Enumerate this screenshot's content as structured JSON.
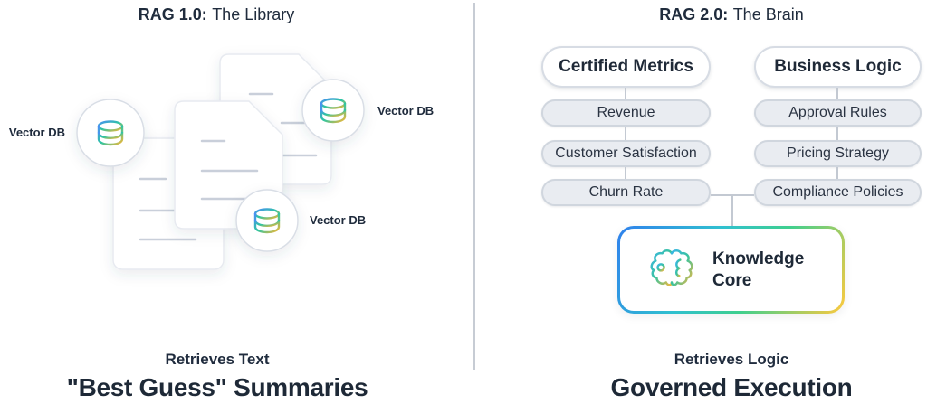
{
  "left": {
    "title_strong": "RAG 1.0:",
    "title_rest": "The Library",
    "vector_db_labels": [
      "Vector DB",
      "Vector DB",
      "Vector DB"
    ],
    "caption_small": "Retrieves Text",
    "caption_large": "\"Best Guess\" Summaries"
  },
  "right": {
    "title_strong": "RAG 2.0:",
    "title_rest": "The Brain",
    "metrics_column": {
      "parent": "Certified Metrics",
      "children": [
        "Revenue",
        "Customer Satisfaction",
        "Churn Rate"
      ]
    },
    "logic_column": {
      "parent": "Business Logic",
      "children": [
        "Approval Rules",
        "Pricing Strategy",
        "Compliance Policies"
      ]
    },
    "knowledge_core": {
      "line1": "Knowledge",
      "line2": "Core"
    },
    "caption_small": "Retrieves Logic",
    "caption_large": "Governed Execution"
  },
  "icons": {
    "vector_db": "database-cylinder-icon",
    "knowledge_core": "brain-circuit-icon"
  },
  "colors": {
    "text_navy": "#1e2937",
    "pill_child_bg": "#e9ecf1",
    "pill_border": "#d0d6de",
    "connector": "#c3c9d2",
    "divider": "#c7ccd4",
    "gradient_blue": "#4a90f4",
    "gradient_teal": "#2ec5a2",
    "gradient_yellow": "#f7b733"
  }
}
